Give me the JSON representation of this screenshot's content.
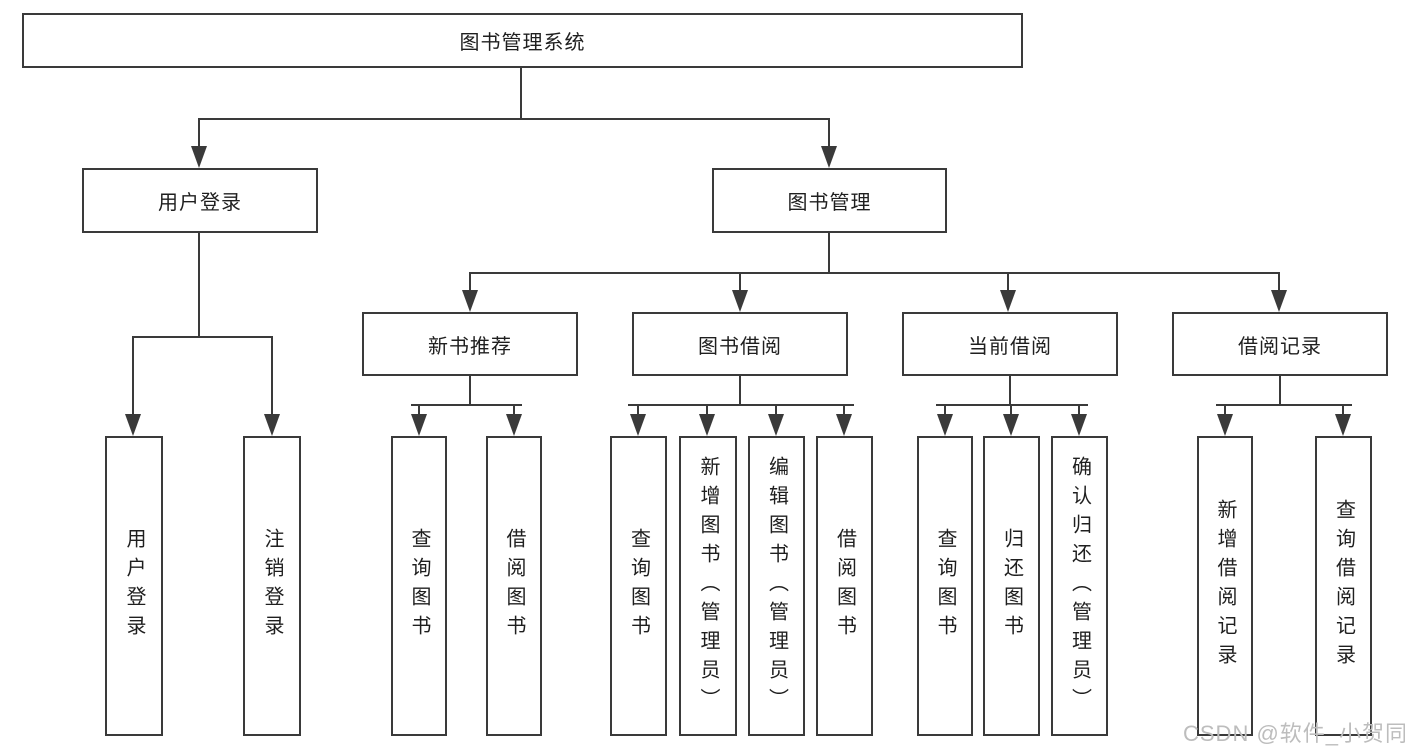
{
  "diagram": {
    "root": {
      "label": "图书管理系统"
    },
    "level2": [
      {
        "id": "user-login",
        "label": "用户登录"
      },
      {
        "id": "book-management",
        "label": "图书管理"
      }
    ],
    "level3": [
      {
        "id": "new-book-recommendation",
        "label": "新书推荐",
        "parent": "book-management"
      },
      {
        "id": "book-borrowing",
        "label": "图书借阅",
        "parent": "book-management"
      },
      {
        "id": "current-borrowing",
        "label": "当前借阅",
        "parent": "book-management"
      },
      {
        "id": "borrowing-records",
        "label": "借阅记录",
        "parent": "book-management"
      }
    ],
    "leaves": [
      {
        "id": "user-login",
        "label": "用户登录",
        "parent": "user-login"
      },
      {
        "id": "logout",
        "label": "注销登录",
        "parent": "user-login"
      },
      {
        "id": "query-books-recommend",
        "label": "查询图书",
        "parent": "new-book-recommendation"
      },
      {
        "id": "borrow-books-recommend",
        "label": "借阅图书",
        "parent": "new-book-recommendation"
      },
      {
        "id": "query-books-borrowing",
        "label": "查询图书",
        "parent": "book-borrowing"
      },
      {
        "id": "add-books-admin",
        "label": "新增图书（管理员）",
        "parent": "book-borrowing"
      },
      {
        "id": "edit-books-admin",
        "label": "编辑图书（管理员）",
        "parent": "book-borrowing"
      },
      {
        "id": "borrow-books-borrowing",
        "label": "借阅图书",
        "parent": "book-borrowing"
      },
      {
        "id": "query-books-current",
        "label": "查询图书",
        "parent": "current-borrowing"
      },
      {
        "id": "return-books",
        "label": "归还图书",
        "parent": "current-borrowing"
      },
      {
        "id": "confirm-return-admin",
        "label": "确认归还（管理员）",
        "parent": "current-borrowing"
      },
      {
        "id": "add-borrow-record",
        "label": "新增借阅记录",
        "parent": "borrowing-records"
      },
      {
        "id": "query-borrow-record",
        "label": "查询借阅记录",
        "parent": "borrowing-records"
      }
    ]
  },
  "watermark": {
    "text": "CSDN @软件_小贺同学"
  },
  "colors": {
    "line": "#3a3a3a",
    "text": "#1f1f1f",
    "watermark": "#bdbdbd",
    "background": "#ffffff"
  }
}
